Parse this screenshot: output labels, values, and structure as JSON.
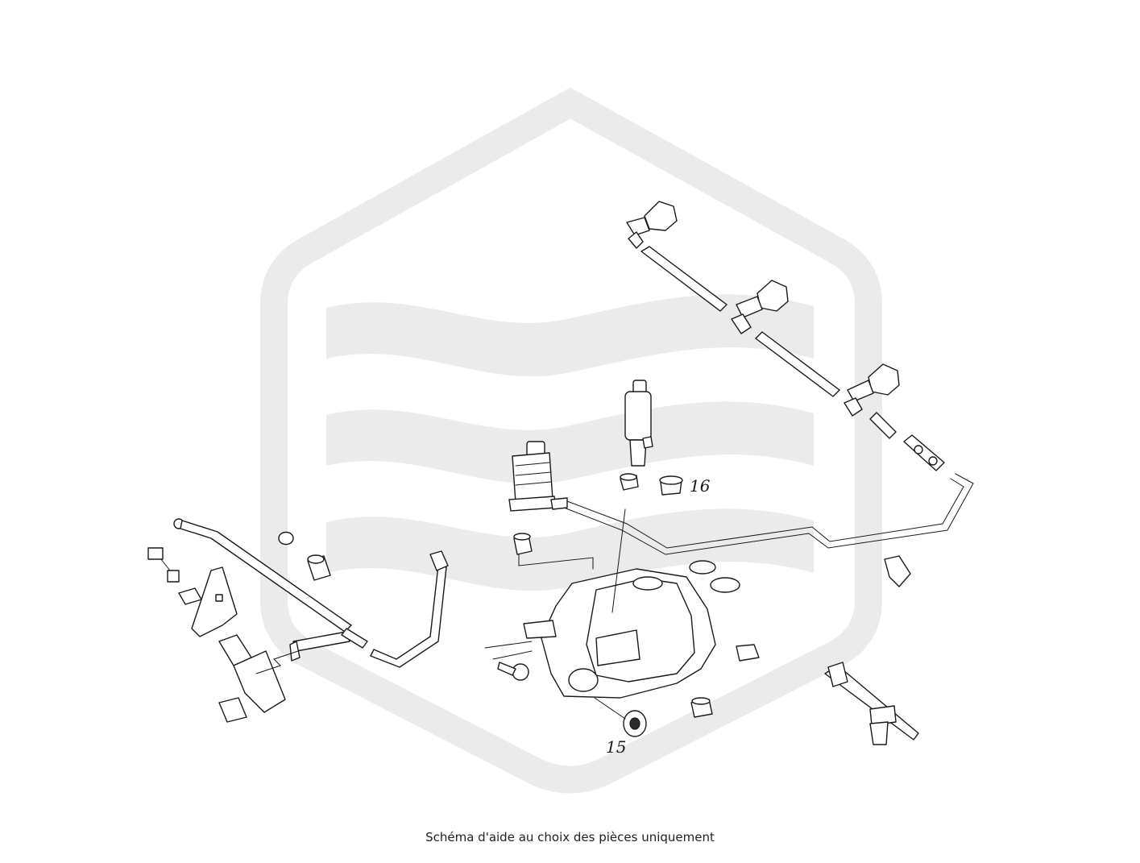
{
  "diagram": {
    "callouts": [
      {
        "id": "15",
        "label": "15"
      },
      {
        "id": "16",
        "label": "16"
      }
    ],
    "caption": "Schéma d'aide au choix des pièces uniquement",
    "watermark": {
      "icon": "brand-hexagon-logo-watermark",
      "color": "#ebebeb"
    }
  }
}
